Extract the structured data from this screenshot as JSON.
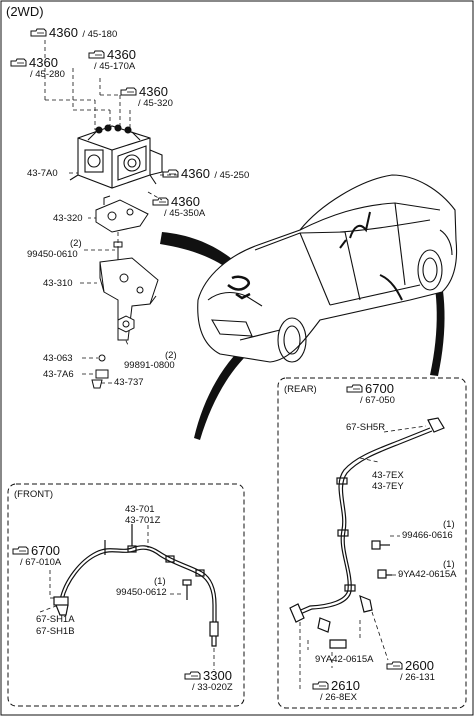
{
  "header": {
    "variant": "(2WD)"
  },
  "refs": [
    {
      "code": "4360",
      "sub": "/ 45-180",
      "inline": true
    },
    {
      "code": "4360",
      "sub": "/ 45-280",
      "inline": false
    },
    {
      "code": "4360",
      "sub": "/ 45-170A",
      "inline": false
    },
    {
      "code": "4360",
      "sub": "/ 45-320",
      "inline": false
    },
    {
      "code": "4360",
      "sub": "/ 45-250",
      "inline": true
    },
    {
      "code": "4360",
      "sub": "/ 45-350A",
      "inline": false
    },
    {
      "code": "6700",
      "sub": "/ 67-050",
      "inline": false
    },
    {
      "code": "6700",
      "sub": "/ 67-010A",
      "inline": false
    },
    {
      "code": "3300",
      "sub": "/ 33-020Z",
      "inline": false
    },
    {
      "code": "2600",
      "sub": "/ 26-131",
      "inline": false
    },
    {
      "code": "2610",
      "sub": "/ 26-8EX",
      "inline": false
    }
  ],
  "parts": {
    "p_437A0": "43-7A0",
    "p_43320": "43-320",
    "p_q2a": "(2)",
    "p_99450_0610": "99450-0610",
    "p_43310": "43-310",
    "p_q2b": "(2)",
    "p_99891_0800": "99891-0800",
    "p_43063": "43-063",
    "p_437A6": "43-7A6",
    "p_43737": "43-737",
    "p_front": "(FRONT)",
    "p_43701": "43-701",
    "p_43701Z": "43-701Z",
    "p_q1a": "(1)",
    "p_99450_0612": "99450-0612",
    "p_67SH1A": "67-SH1A",
    "p_67SH1B": "67-SH1B",
    "p_rear": "(REAR)",
    "p_67SH5R": "67-SH5R",
    "p_437EX": "43-7EX",
    "p_437EY": "43-7EY",
    "p_q1b": "(1)",
    "p_99466_0616": "99466-0616",
    "p_q1c": "(1)",
    "p_9YA42_0615A_r": "9YA42-0615A",
    "p_9YA42_0615A_l": "9YA42-0615A"
  }
}
